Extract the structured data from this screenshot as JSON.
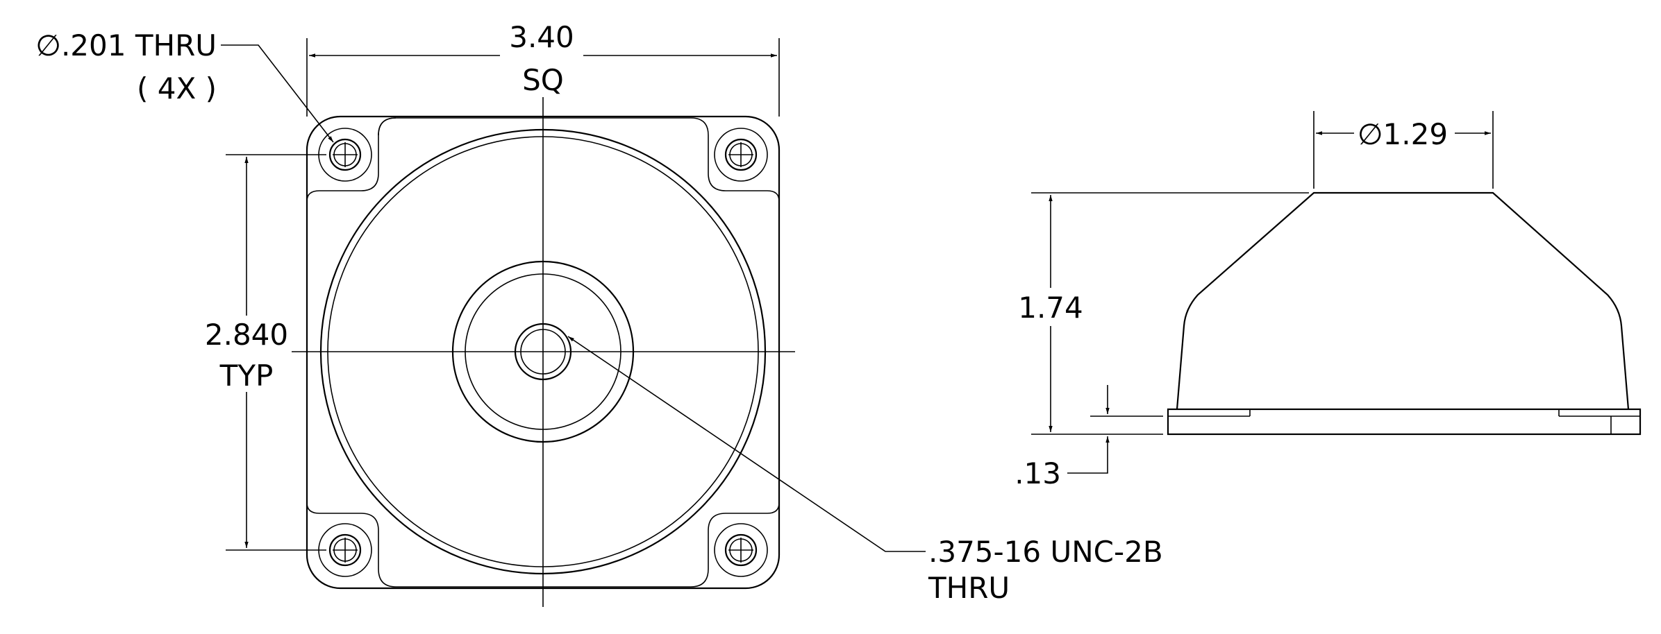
{
  "front_view": {
    "hole_callout_line1": "∅.201 THRU",
    "hole_callout_line2": "( 4X )",
    "width_dim_value": "3.40",
    "width_dim_note": "SQ",
    "bolt_spacing_value": "2.840",
    "bolt_spacing_note": "TYP",
    "thread_callout_line1": ".375-16 UNC-2B",
    "thread_callout_line2": "THRU"
  },
  "side_view": {
    "top_diameter": "∅1.29",
    "height_dim": "1.74",
    "base_thickness": ".13"
  },
  "colors": {
    "line": "#000000",
    "background": "#ffffff"
  }
}
